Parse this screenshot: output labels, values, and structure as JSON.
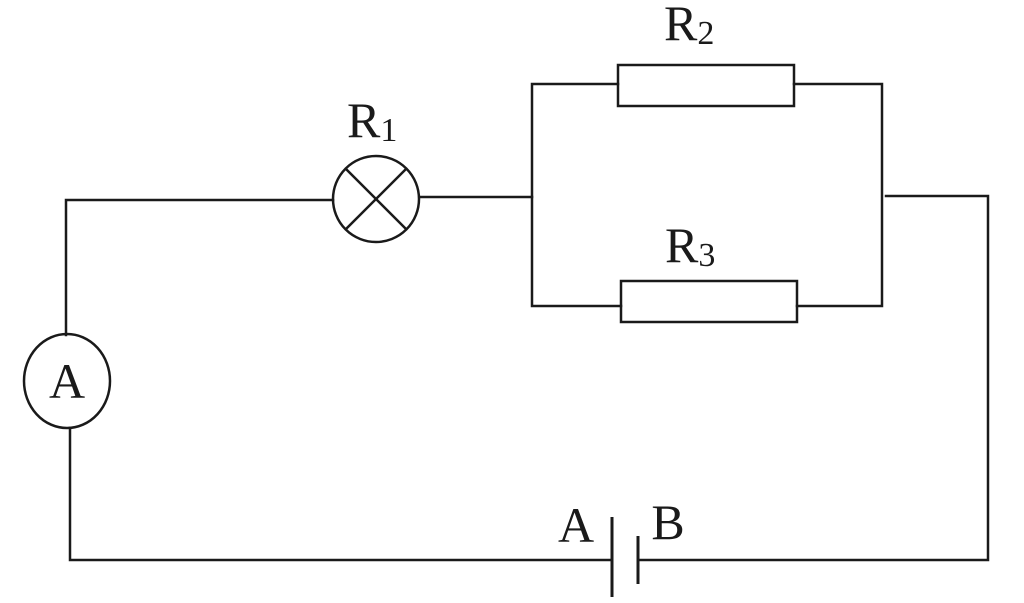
{
  "components": {
    "r1": {
      "letter": "R",
      "subscript": "1"
    },
    "r2": {
      "letter": "R",
      "subscript": "2"
    },
    "r3": {
      "letter": "R",
      "subscript": "3"
    },
    "ammeter": {
      "label": "A"
    },
    "battery": {
      "terminal_a": "A",
      "terminal_b": "B"
    }
  }
}
